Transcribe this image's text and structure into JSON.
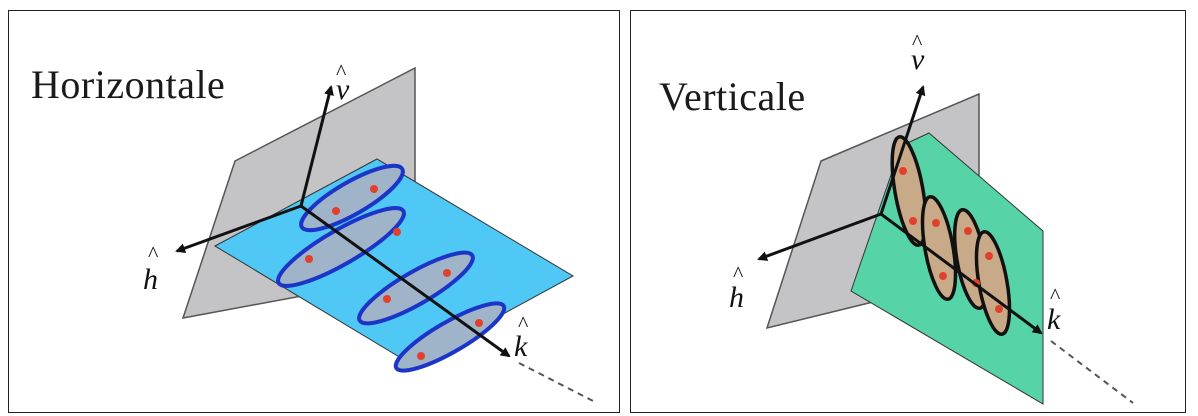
{
  "panels": {
    "horizontal": {
      "title": "Horizontale",
      "axes": {
        "v": "v",
        "h": "h",
        "k": "k"
      },
      "hat": "^",
      "colors": {
        "polarization_plane": "#4fc8f5",
        "reference_plane": "#c4c4c6",
        "wave_outline": "#1c34c8",
        "wave_fill": "#9fb4c8",
        "field_arrows": "#e0402c"
      }
    },
    "vertical": {
      "title": "Verticale",
      "axes": {
        "v": "v",
        "h": "h",
        "k": "k"
      },
      "hat": "^",
      "colors": {
        "polarization_plane": "#56d4a8",
        "reference_plane": "#c4c4c6",
        "wave_outline": "#111111",
        "wave_fill": "#c8aa88",
        "field_arrows": "#e0402c"
      }
    }
  }
}
